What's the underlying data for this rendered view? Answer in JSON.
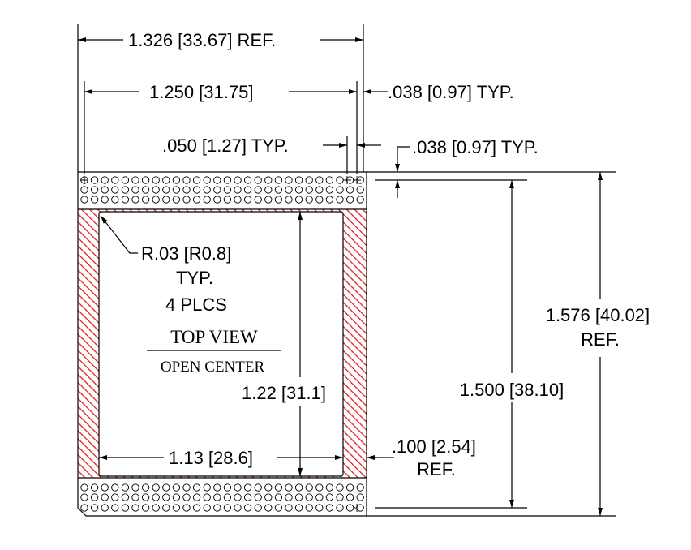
{
  "colors": {
    "hatch": "#e02020",
    "line": "#000000",
    "background": "#ffffff"
  },
  "dimensions": {
    "overall_width": "1.326 [33.67] REF.",
    "pitch_width": "1.250 [31.75]",
    "edge_right": ".038 [0.97] TYP.",
    "pin_pitch": ".050 [1.27] TYP.",
    "edge_top": ".038 [0.97] TYP.",
    "overall_height_line1": "1.576 [40.02]",
    "overall_height_line2": "REF.",
    "pitch_height": "1.500 [38.10]",
    "opening_height": "1.22 [31.1]",
    "opening_width": "1.13 [28.6]",
    "hatch_width_line1": ".100 [2.54]",
    "hatch_width_line2": "REF."
  },
  "radius_note": {
    "line1": "R.03 [R0.8]",
    "line2": "TYP.",
    "line3": "4 PLCS"
  },
  "view_title": {
    "title": "TOP VIEW",
    "subtitle": "OPEN CENTER"
  }
}
